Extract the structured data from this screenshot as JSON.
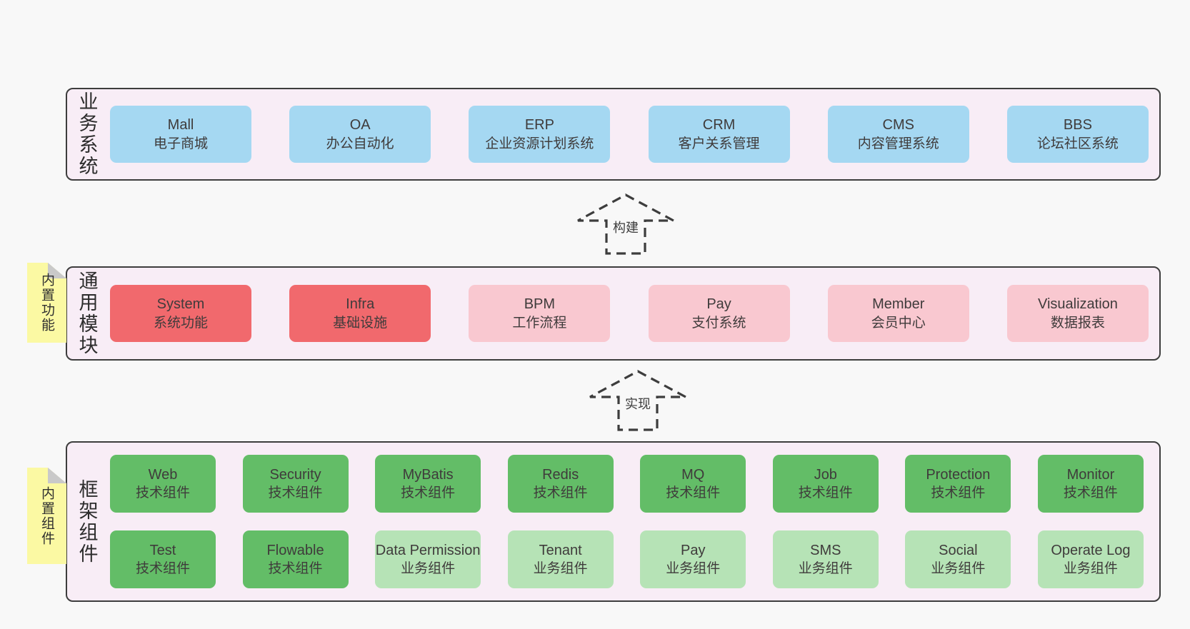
{
  "colors": {
    "page_bg": "#f8f8f8",
    "layer_bg": "#f8edf6",
    "layer_border": "#3d3d3d",
    "blue": "#a5d8f2",
    "red": "#f1696d",
    "pink": "#f9c8d0",
    "green_dark": "#63bd67",
    "green_light": "#b6e3b6",
    "note_yellow": "#fbf9a3",
    "note_fold": "#c9c9c9",
    "text": "#3c3c3c"
  },
  "layers": {
    "business": {
      "label": "业务系统",
      "boxes": [
        {
          "name": "Mall",
          "desc": "电子商城"
        },
        {
          "name": "OA",
          "desc": "办公自动化"
        },
        {
          "name": "ERP",
          "desc": "企业资源计划系统"
        },
        {
          "name": "CRM",
          "desc": "客户关系管理"
        },
        {
          "name": "CMS",
          "desc": "内容管理系统"
        },
        {
          "name": "BBS",
          "desc": "论坛社区系统"
        }
      ]
    },
    "modules": {
      "label": "通用模块",
      "note": "内置功能",
      "boxes": [
        {
          "name": "System",
          "desc": "系统功能"
        },
        {
          "name": "Infra",
          "desc": "基础设施"
        },
        {
          "name": "BPM",
          "desc": "工作流程"
        },
        {
          "name": "Pay",
          "desc": "支付系统"
        },
        {
          "name": "Member",
          "desc": "会员中心"
        },
        {
          "name": "Visualization",
          "desc": "数据报表"
        }
      ]
    },
    "components": {
      "label": "框架组件",
      "note": "内置组件",
      "row1": [
        {
          "name": "Web",
          "desc": "技术组件"
        },
        {
          "name": "Security",
          "desc": "技术组件"
        },
        {
          "name": "MyBatis",
          "desc": "技术组件"
        },
        {
          "name": "Redis",
          "desc": "技术组件"
        },
        {
          "name": "MQ",
          "desc": "技术组件"
        },
        {
          "name": "Job",
          "desc": "技术组件"
        },
        {
          "name": "Protection",
          "desc": "技术组件"
        },
        {
          "name": "Monitor",
          "desc": "技术组件"
        }
      ],
      "row2": [
        {
          "name": "Test",
          "desc": "技术组件"
        },
        {
          "name": "Flowable",
          "desc": "技术组件"
        },
        {
          "name": "Data Permission",
          "desc": "业务组件"
        },
        {
          "name": "Tenant",
          "desc": "业务组件"
        },
        {
          "name": "Pay",
          "desc": "业务组件"
        },
        {
          "name": "SMS",
          "desc": "业务组件"
        },
        {
          "name": "Social",
          "desc": "业务组件"
        },
        {
          "name": "Operate Log",
          "desc": "业务组件"
        }
      ]
    }
  },
  "arrows": {
    "build": {
      "label": "构建"
    },
    "implement": {
      "label": "实现"
    }
  }
}
